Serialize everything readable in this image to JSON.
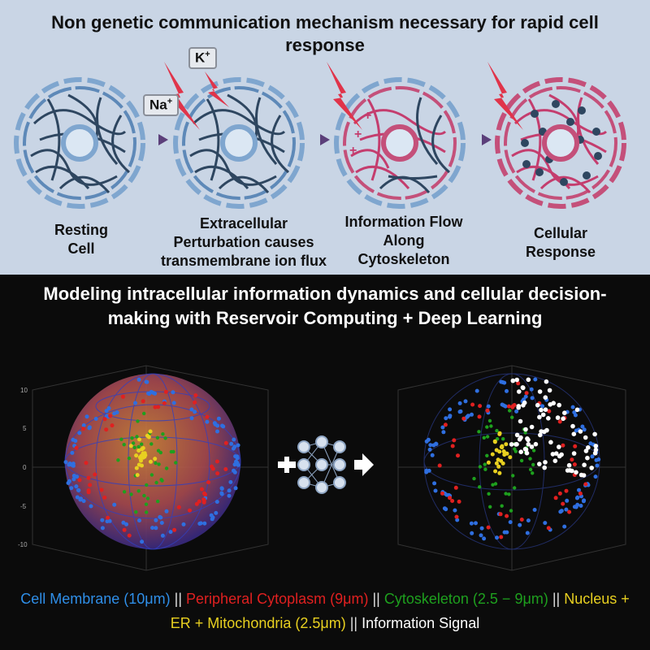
{
  "top_title": "Non genetic communication mechanism necessary for rapid cell response",
  "ions": {
    "k": "K",
    "k_charge": "+",
    "na": "Na",
    "na_charge": "+"
  },
  "stages": [
    {
      "label_line1": "Resting",
      "label_line2": "Cell",
      "label_line3": ""
    },
    {
      "label_line1": "Extracellular",
      "label_line2": "Perturbation causes",
      "label_line3": "transmembrane ion flux"
    },
    {
      "label_line1": "Information Flow",
      "label_line2": "Along",
      "label_line3": "Cytoskeleton"
    },
    {
      "label_line1": "Cellular",
      "label_line2": "Response",
      "label_line3": ""
    }
  ],
  "bottom_title": "Modeling intracellular information dynamics and cellular decision-making with Reservoir Computing + Deep Learning",
  "axis_ticks": [
    "10",
    "5",
    "0",
    "-5",
    "-10"
  ],
  "legend": {
    "membrane": "Cell Membrane (10μm)",
    "cytoplasm": "Peripheral Cytoplasm (9μm)",
    "cytoskeleton": "Cytoskeleton (2.5 − 9μm)",
    "nucleus": "Nucleus + ER + Mitochondria (2.5μm)",
    "signal": "Information Signal",
    "separator": "||"
  },
  "colors": {
    "membrane": "#2f6fe0",
    "cytoplasm": "#e02020",
    "cytoskeleton": "#1ea01e",
    "nucleus": "#e8d020",
    "signal": "#ffffff",
    "resting_filament": "#2e4660",
    "active_filament": "#c43d6e",
    "top_bg": "#c9d5e5"
  }
}
